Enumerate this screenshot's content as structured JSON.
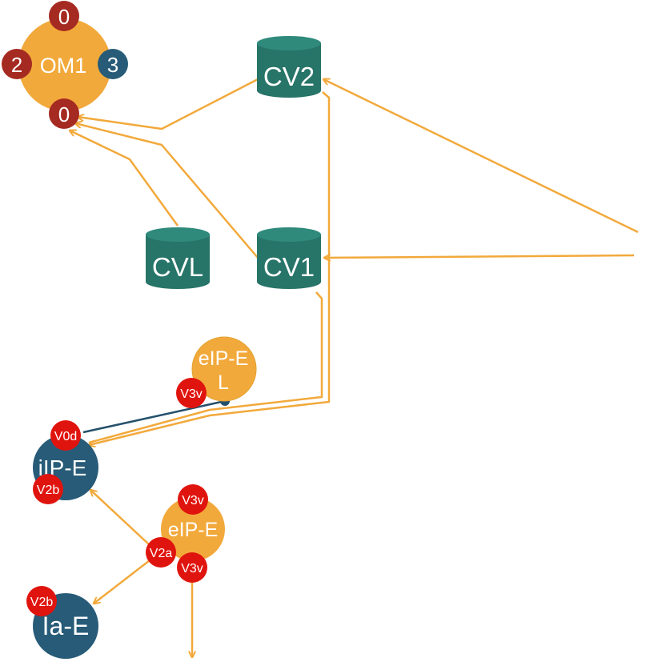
{
  "colors": {
    "orange": "#F2A93B",
    "orange_dark": "#E2A12F",
    "teal": "#277468",
    "teal_top": "#2F8A7C",
    "blue": "#275B78",
    "red_dark": "#A52A21",
    "red": "#E0140E",
    "line_orange": "#F2A93B",
    "line_blue": "#24506A",
    "white": "#FFFFFF"
  },
  "nodes": {
    "om1": {
      "label": "OM1"
    },
    "om1_top": {
      "label": "0"
    },
    "om1_left": {
      "label": "2"
    },
    "om1_right": {
      "label": "3"
    },
    "om1_bottom": {
      "label": "0"
    },
    "cv2": {
      "label": "CV2"
    },
    "cvl": {
      "label": "CVL"
    },
    "cv1": {
      "label": "CV1"
    },
    "eip_el": {
      "label_line1": "eIP-E",
      "label_line2": "L"
    },
    "eip_el_port": {
      "label": "V3v"
    },
    "iip_e": {
      "label": "iIP-E"
    },
    "iip_e_port_top": {
      "label": "V0d"
    },
    "iip_e_port_bottom": {
      "label": "V2b"
    },
    "eip_e": {
      "label": "eIP-E"
    },
    "eip_e_port_top": {
      "label": "V3v"
    },
    "eip_e_port_left": {
      "label": "V2a"
    },
    "eip_e_port_bottom": {
      "label": "V3v"
    },
    "ia_e": {
      "label": "Ia-E"
    },
    "ia_e_port": {
      "label": "V2b"
    }
  }
}
